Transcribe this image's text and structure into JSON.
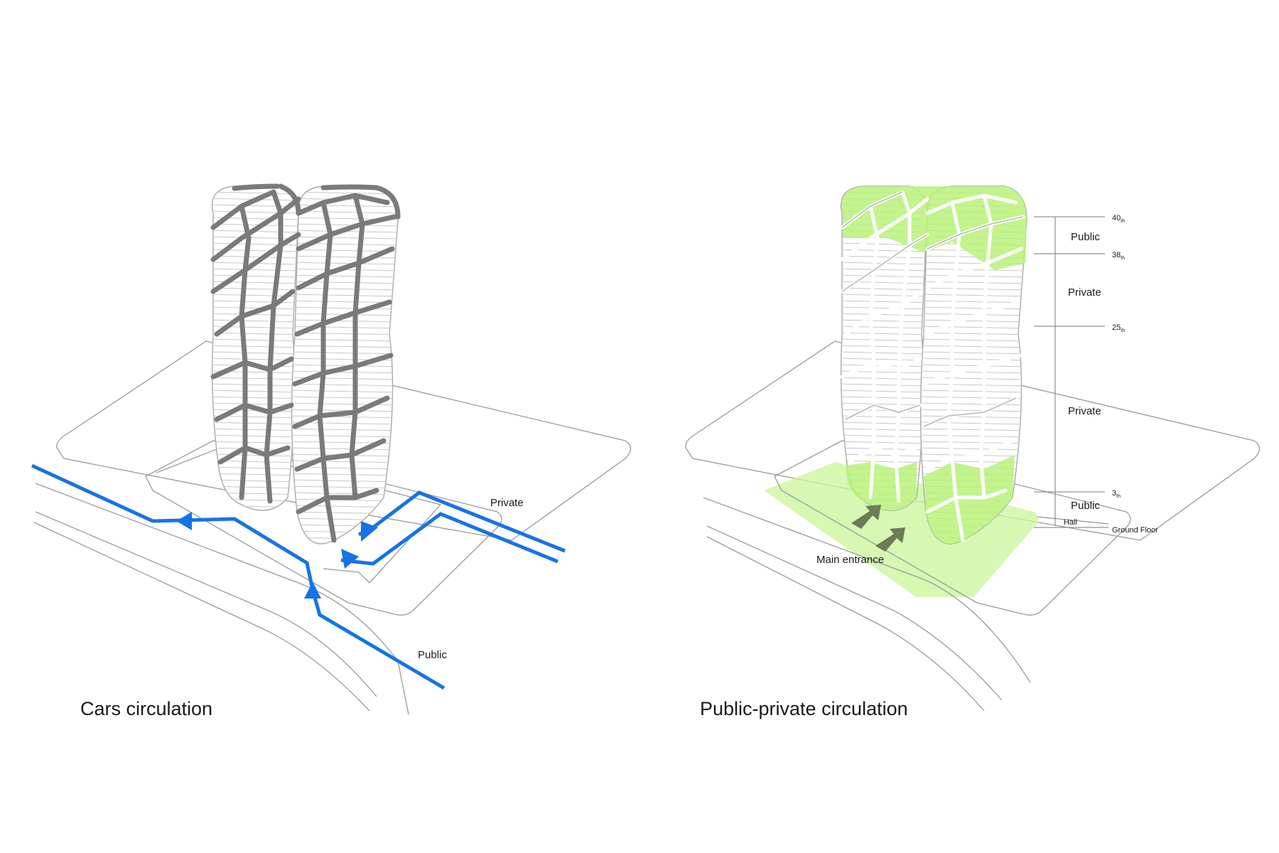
{
  "left_panel": {
    "title": "Cars circulation",
    "labels": {
      "private": "Private",
      "public": "Public"
    }
  },
  "right_panel": {
    "title": "Public-private circulation",
    "main_entrance": "Main entrance",
    "zones": [
      "Public",
      "Private",
      "Private",
      "Public"
    ],
    "levels": [
      {
        "num": "40",
        "suffix": "th"
      },
      {
        "num": "38",
        "suffix": "th"
      },
      {
        "num": "25",
        "suffix": "th"
      },
      {
        "num": "3",
        "suffix": "th"
      }
    ],
    "hall": "Hall",
    "ground_floor": "Ground Floor"
  },
  "colors": {
    "route": "#1673e6",
    "green_zone": "#b8f27a",
    "mesh_dark": "#7a7a7a",
    "entry_arrow": "#6c7a55"
  }
}
